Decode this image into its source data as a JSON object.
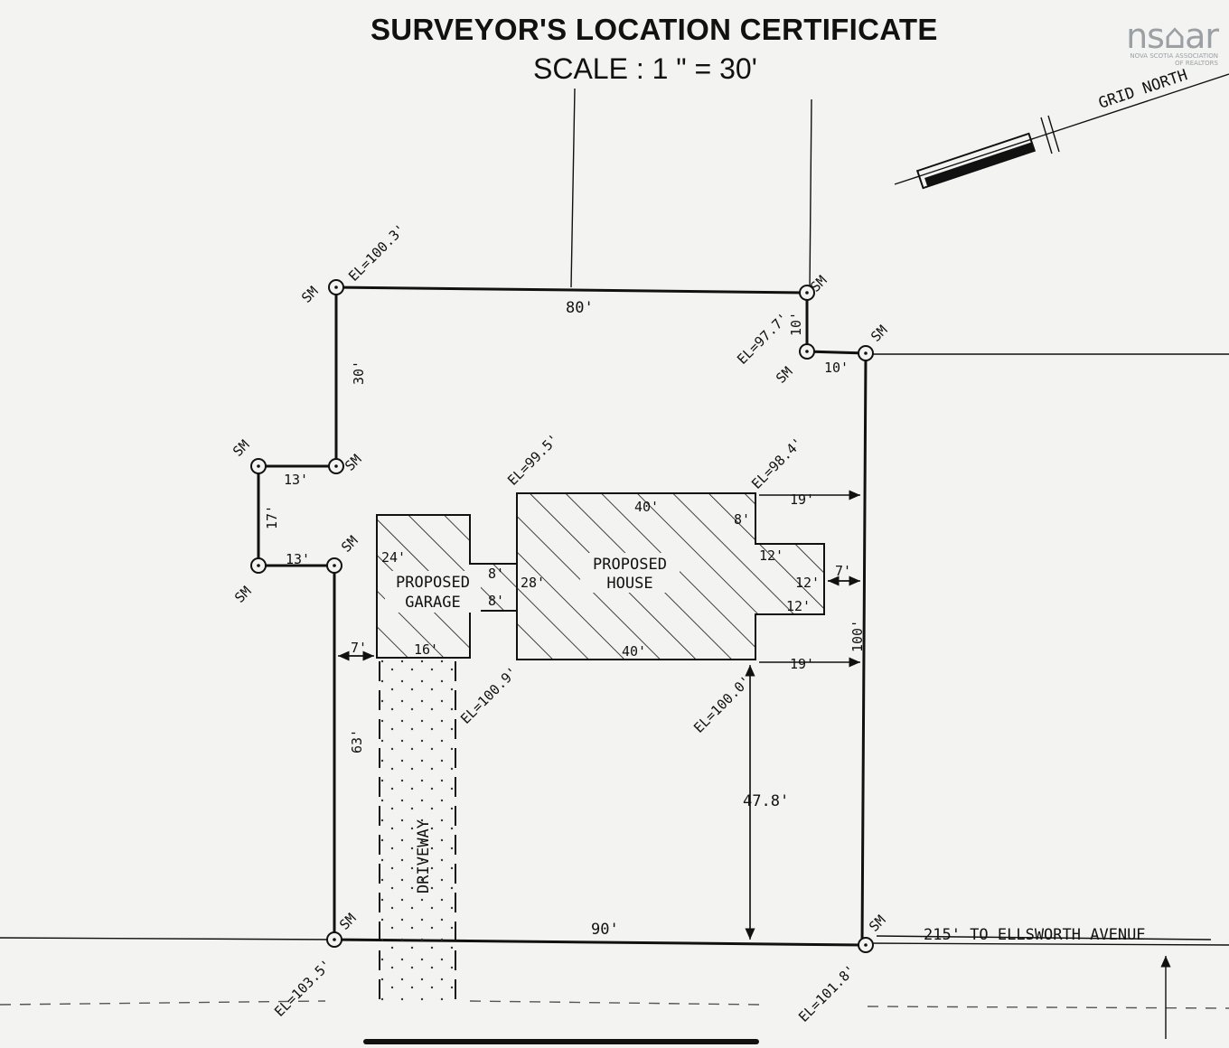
{
  "header": {
    "title": "SURVEYOR'S LOCATION CERTIFICATE",
    "scale": "SCALE :   1 \" = 30'"
  },
  "logo": {
    "mark": "ns⌂ar",
    "org_line1": "NOVA SCOTIA ASSOCIATION",
    "org_line2": "OF REALTORS"
  },
  "north_arrow": {
    "label": "GRID NORTH"
  },
  "monument_label": "SM",
  "boundary_dimensions": {
    "north": "80'",
    "northeast_jog_vertical": "10'",
    "northeast_jog_horizontal": "10'",
    "west_upper": "30'",
    "west_jog_top": "13'",
    "west_jog_vertical": "17'",
    "west_jog_bottom": "13'",
    "west_lower": "63'",
    "east": "100'",
    "south": "90'"
  },
  "elevations": {
    "nw_corner": "EL=100.3'",
    "ne_jog": "EL=97.7'",
    "house_nw": "EL=99.5'",
    "house_ne": "EL=98.4'",
    "house_sw": "EL=100.9'",
    "house_se": "EL=100.0'",
    "sw_corner": "EL=103.5'",
    "se_corner": "EL=101.8'"
  },
  "garage": {
    "label_line1": "PROPOSED",
    "label_line2": "GARAGE",
    "dim_left": "24'",
    "dim_bottom": "16'",
    "connector_top": "8'",
    "connector_bottom": "8'"
  },
  "house": {
    "label_line1": "PROPOSED",
    "label_line2": "HOUSE",
    "dim_top": "40'",
    "dim_bottom": "40'",
    "dim_left": "28'",
    "dim_notch": "8'",
    "dim_bump_top": "12'",
    "dim_bump_side": "12'",
    "dim_bump_bottom": "12'"
  },
  "setbacks": {
    "house_to_east_top": "19'",
    "house_to_east_bottom": "19'",
    "bump_to_east": "7'",
    "garage_to_west": "7'",
    "house_to_south": "47.8'"
  },
  "driveway": {
    "label": "DRIVEWAY"
  },
  "street_note": "215' TO ELLSWORTH AVENUE"
}
